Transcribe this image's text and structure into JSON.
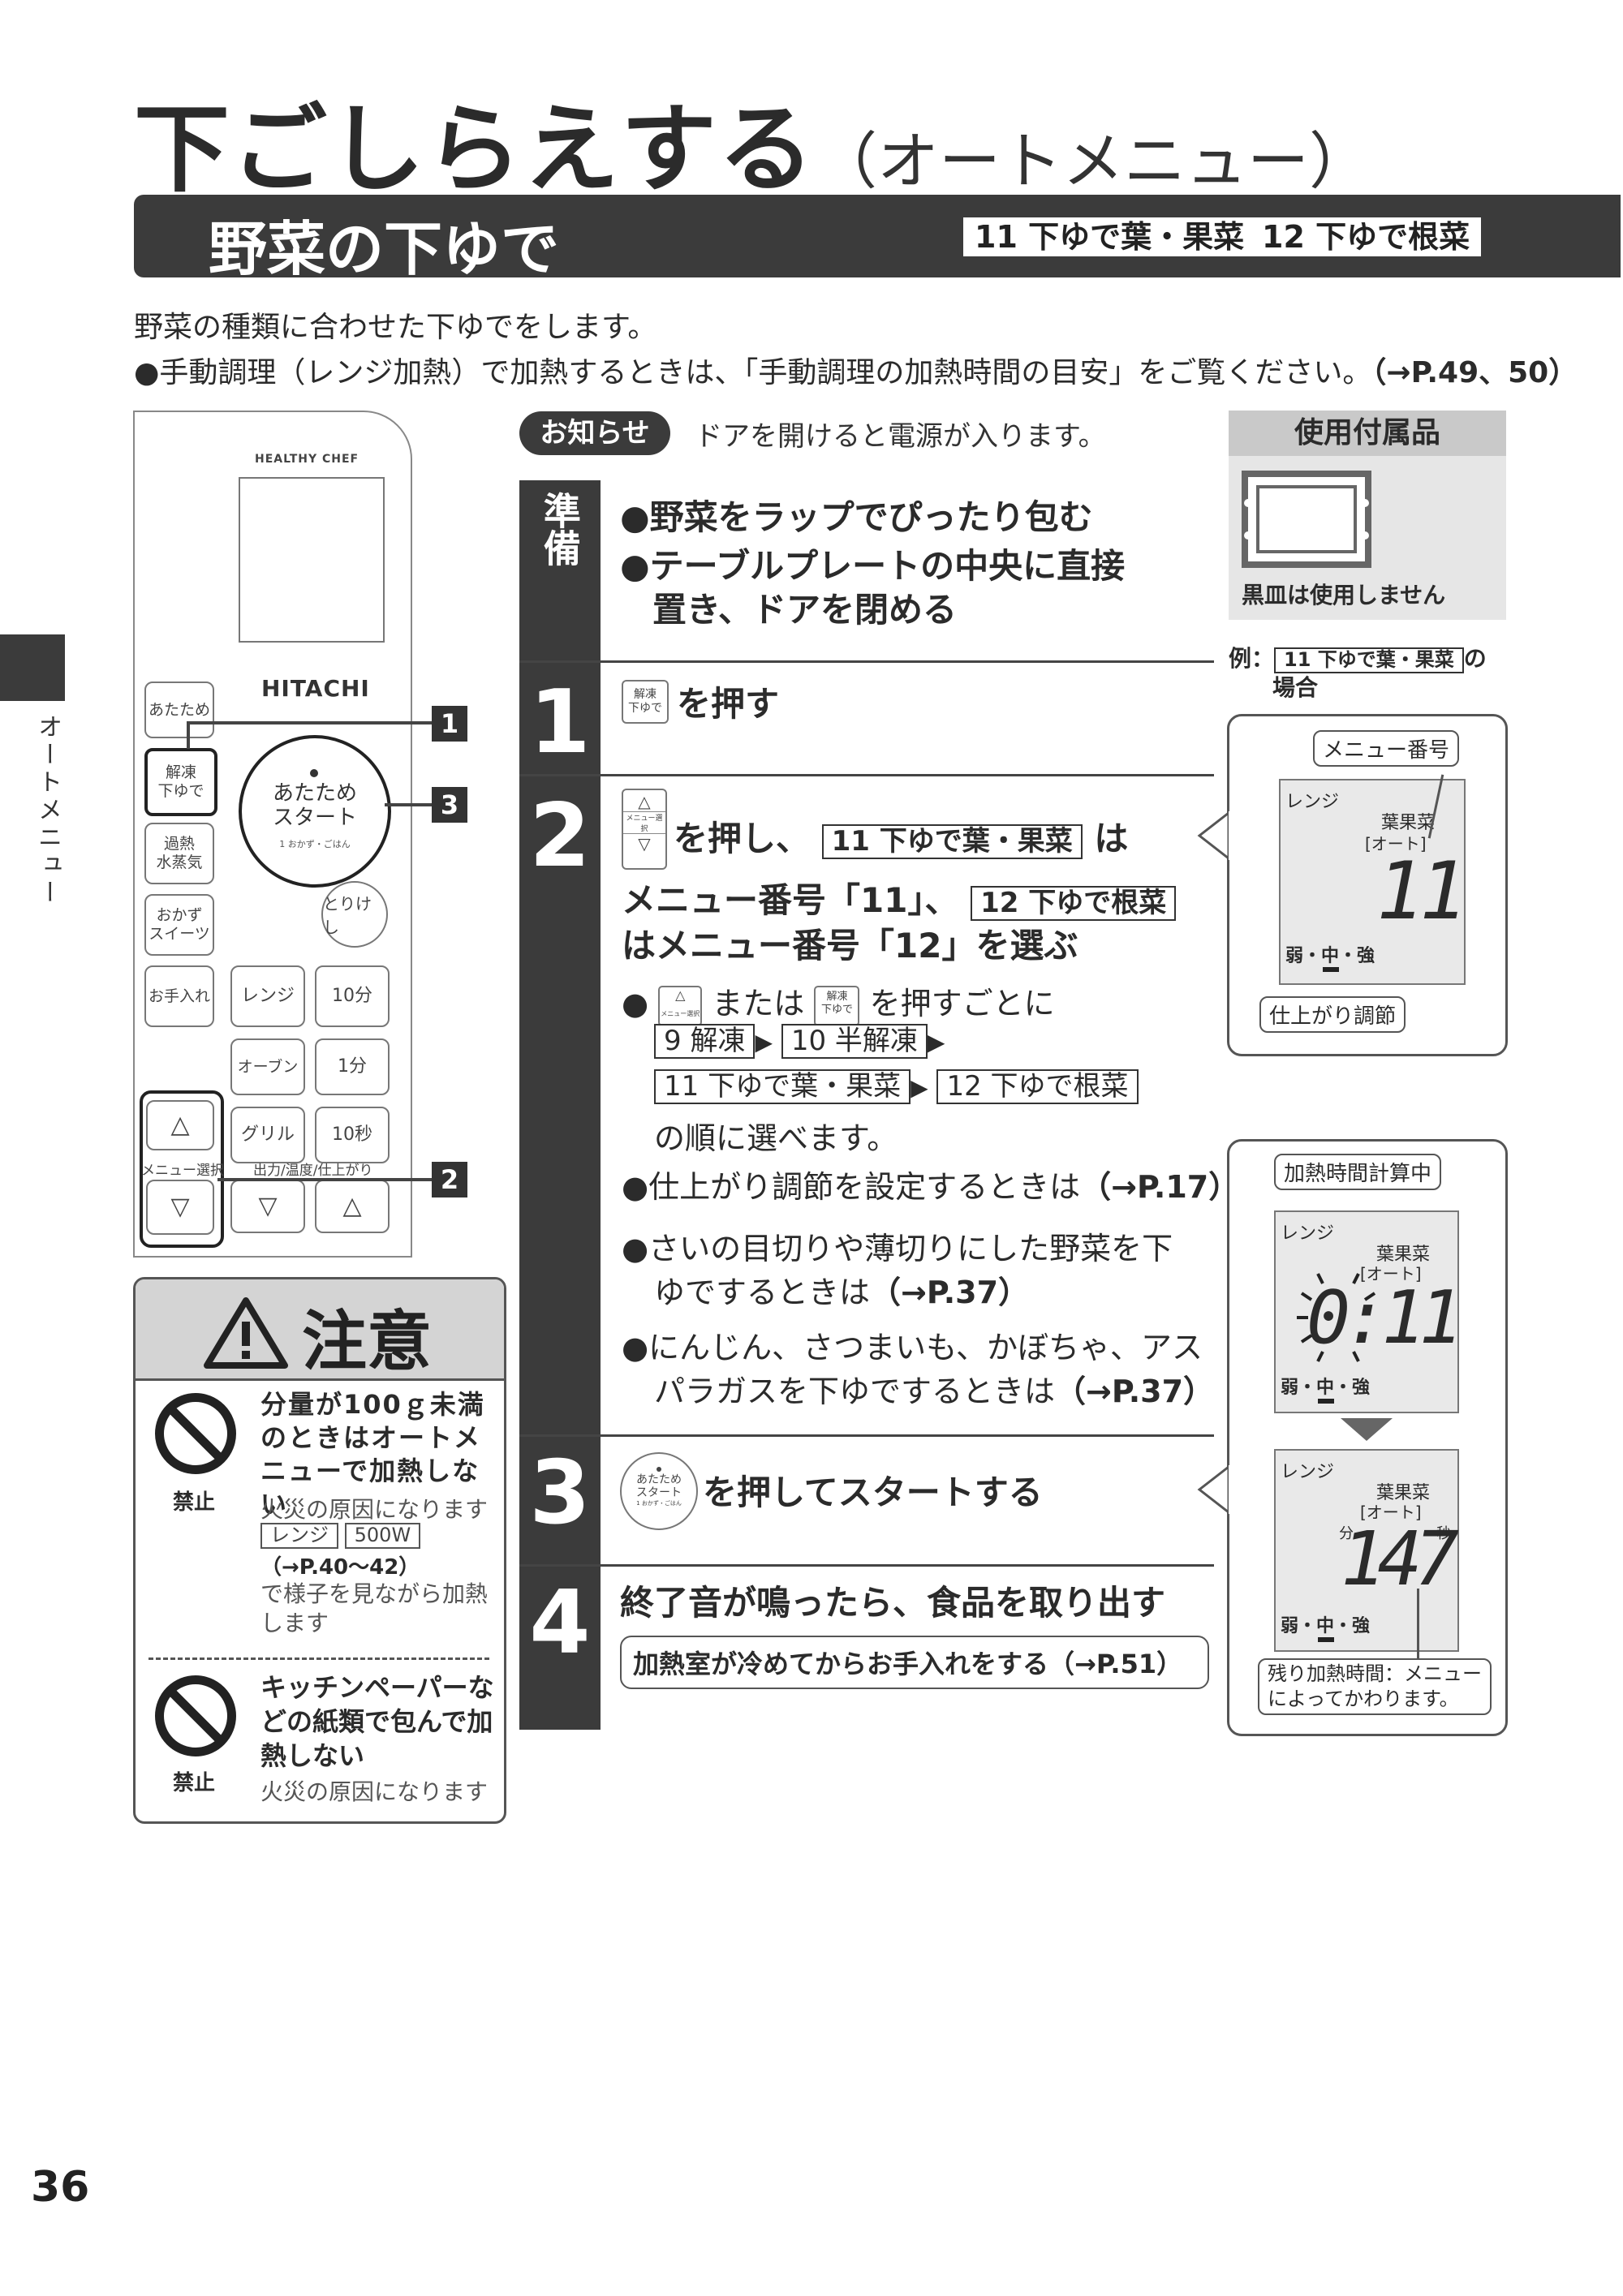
{
  "title": {
    "main": "下ごしらえする",
    "sub": "（オートメニュー）"
  },
  "section": {
    "name": "野菜の下ゆで",
    "menu_a": "11 下ゆで葉・果菜",
    "menu_b": "12 下ゆで根菜"
  },
  "intro": {
    "line1": "野菜の種類に合わせた下ゆでをします。",
    "line2": "●手動調理（レンジ加熱）で加熱するときは、「手動調理の加熱時間の目安」をご覧ください。",
    "line2_ref": "（→P.49、50）"
  },
  "side_tab": {
    "label": "オートメニュー"
  },
  "panel": {
    "brand_small": "HEALTHY CHEF",
    "brand": "HITACHI",
    "btn_warm": "あたため",
    "btn_thaw": "解凍\n下ゆで",
    "btn_steam": "過熱\n水蒸気",
    "btn_sweets": "おかず\nスイーツ",
    "btn_start": "あたため\nスタート",
    "btn_start_small": "1 おかず・ごはん",
    "btn_cancel": "とりけし",
    "btn_clean": "お手入れ",
    "btn_range": "レンジ",
    "btn_10min": "10分",
    "btn_oven": "オーブン",
    "btn_1min": "1分",
    "btn_grill": "グリル",
    "btn_10sec": "10秒",
    "menu_select": "メニュー選択",
    "output_label": "出力/温度/仕上がり",
    "up_glyph": "△",
    "down_glyph": "▽",
    "marker1": "1",
    "marker2": "2",
    "marker3": "3"
  },
  "notice": {
    "badge": "お知らせ",
    "text": "ドアを開けると電源が入ります。"
  },
  "accessory": {
    "header": "使用付属品",
    "caption": "黒皿は使用しません"
  },
  "prep": {
    "label": "準備",
    "line1": "●野菜をラップでぴったり包む",
    "line2": "●テーブルプレートの中央に直接",
    "line3": "置き、ドアを閉める"
  },
  "steps": {
    "s1": {
      "num": "1",
      "icon": "解凍\n下ゆで",
      "text": "を押す"
    },
    "s2": {
      "num": "2",
      "line1a": "を押し、",
      "menu_a": "11 下ゆで葉・果菜",
      "line1b": "は",
      "line2a": "メニュー番号「11」、",
      "menu_b": "12 下ゆで根菜",
      "line3": "はメニュー番号「12」を選ぶ",
      "cycle_a": "●",
      "cycle_b": "または",
      "cycle_c": "を押すごとに",
      "seq1": "9 解凍",
      "seq2": "10 半解凍",
      "seq3": "11 下ゆで葉・果菜",
      "seq4": "12 下ゆで根菜",
      "seq_end": "の順に選べます。",
      "bullet1": "●仕上がり調節を設定するときは",
      "bullet1_ref": "（→P.17）",
      "bullet2a": "●さいの目切りや薄切りにした野菜を下",
      "bullet2b": "ゆでするときは",
      "bullet2_ref": "（→P.37）",
      "bullet3a": "●にんじん、さつまいも、かぼちゃ、アス",
      "bullet3b": "パラガスを下ゆでするときは",
      "bullet3_ref": "（→P.37）"
    },
    "s3": {
      "num": "3",
      "icon": "あたため\nスタート",
      "icon_small": "1 おかず・ごはん",
      "text": "を押してスタートする"
    },
    "s4": {
      "num": "4",
      "text": "終了音が鳴ったら、食品を取り出す",
      "note": "加熱室が冷めてからお手入れをする",
      "note_ref": "（→P.51）"
    }
  },
  "example": {
    "label_a": "例：",
    "menu": "11 下ゆで葉・果菜",
    "label_b": "の",
    "label_c": "場合"
  },
  "display1": {
    "callout_top": "メニュー番号",
    "mode": "レンジ",
    "food": "葉果菜",
    "auto": "[オート]",
    "digits": "11",
    "level": "弱・中・強",
    "callout_bottom": "仕上がり調節"
  },
  "display2": {
    "callout_top": "加熱時間計算中",
    "mode": "レンジ",
    "food": "葉果菜",
    "auto": "[オート]",
    "digits": "0:11",
    "level": "弱・中・強"
  },
  "display3": {
    "mode": "レンジ",
    "food": "葉果菜",
    "auto": "[オート]",
    "digits": "147",
    "min_label": "分",
    "sec_label": "秒",
    "level": "弱・中・強",
    "callout_bottom_1": "残り加熱時間：メニュー",
    "callout_bottom_2": "によってかわります。"
  },
  "caution": {
    "header": "注意",
    "p1_title": "分量が100ｇ未満のときはオートメニューで加熱しない",
    "p1_label": "禁止",
    "p1_body": "火災の原因になります",
    "p1_tag1": "レンジ",
    "p1_tag2": "500W",
    "p1_ref": "（→P.40～42）",
    "p1_tail": "で様子を見ながら加熱します",
    "p2_title": "キッチンペーパーなどの紙類で包んで加熱しない",
    "p2_label": "禁止",
    "p2_body": "火災の原因になります"
  },
  "page_number": "36"
}
